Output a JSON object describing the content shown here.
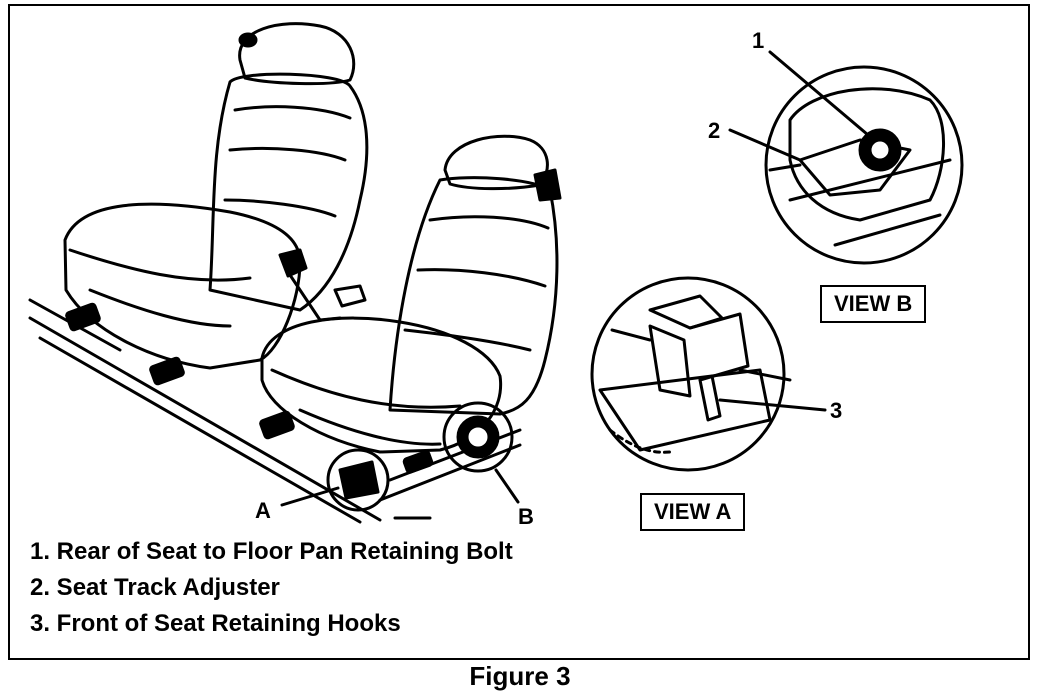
{
  "figure": {
    "caption": "Figure 3",
    "callouts": {
      "a": "A",
      "b": "B",
      "one": "1",
      "two": "2",
      "three": "3"
    },
    "views": {
      "a": "VIEW A",
      "b": "VIEW B"
    },
    "legend": [
      "1. Rear of Seat to Floor Pan Retaining Bolt",
      "2. Seat Track Adjuster",
      "3. Front of Seat Retaining Hooks"
    ]
  }
}
